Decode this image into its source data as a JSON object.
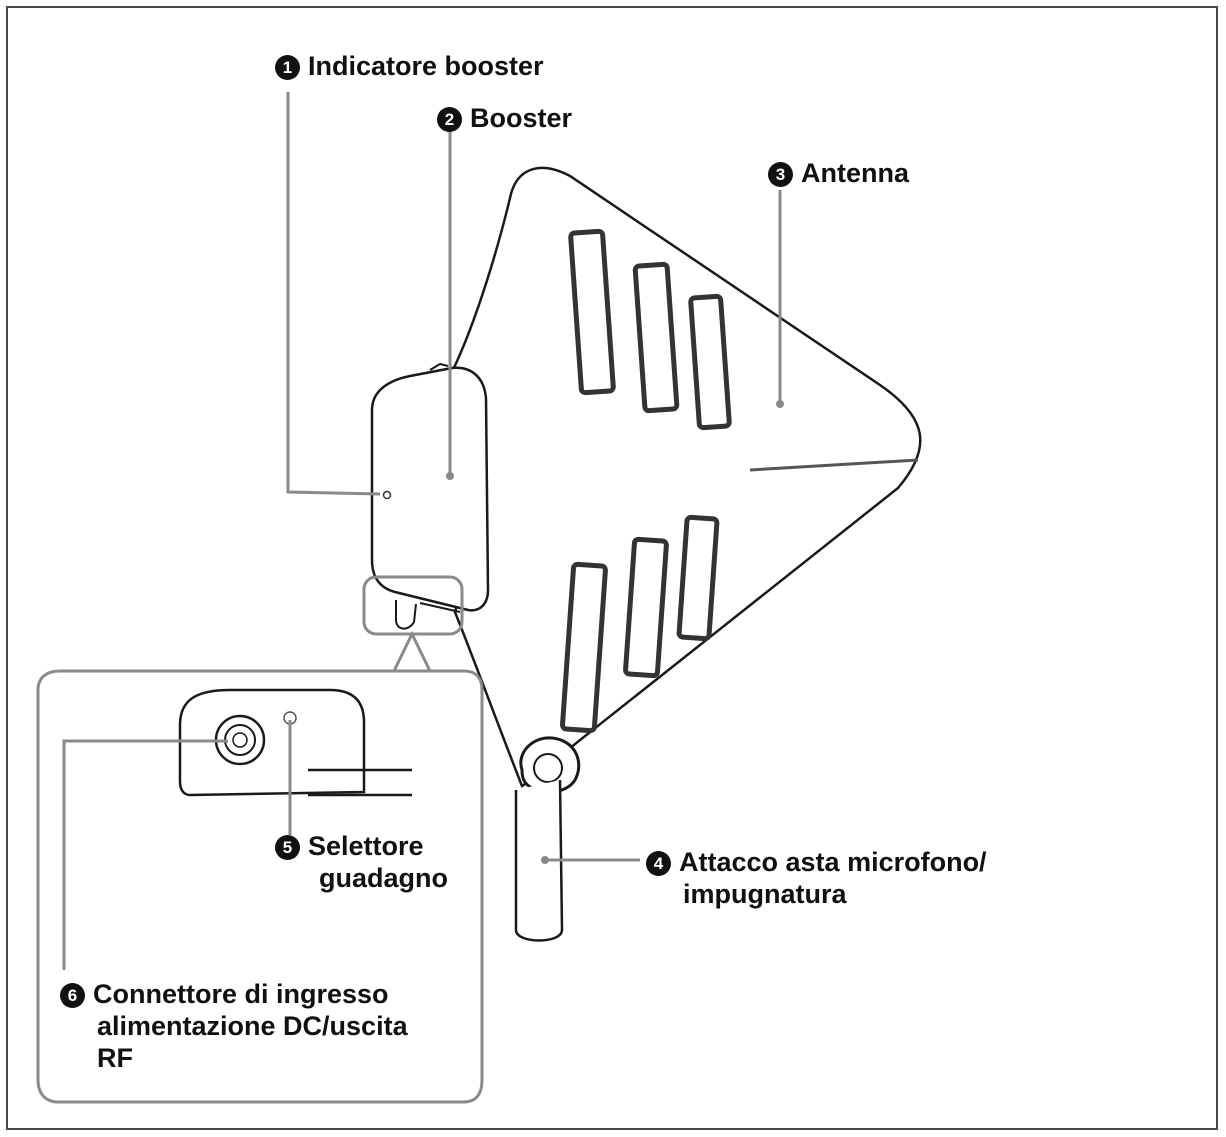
{
  "callouts": [
    {
      "number": "1",
      "lines": [
        "Indicatore booster"
      ]
    },
    {
      "number": "2",
      "lines": [
        "Booster"
      ]
    },
    {
      "number": "3",
      "lines": [
        "Antenna"
      ]
    },
    {
      "number": "4",
      "lines": [
        "Attacco asta microfono/",
        "impugnatura"
      ]
    },
    {
      "number": "5",
      "lines": [
        "Selettore",
        "guadagno"
      ]
    },
    {
      "number": "6",
      "lines": [
        "Connettore di ingresso",
        "alimentazione DC/uscita",
        "RF"
      ]
    }
  ],
  "colors": {
    "outline": "#1a1a1a",
    "leader": "#8a8a8a",
    "detail_frame": "#8a8a8a",
    "fill": "#ffffff",
    "slot": "#333333"
  }
}
